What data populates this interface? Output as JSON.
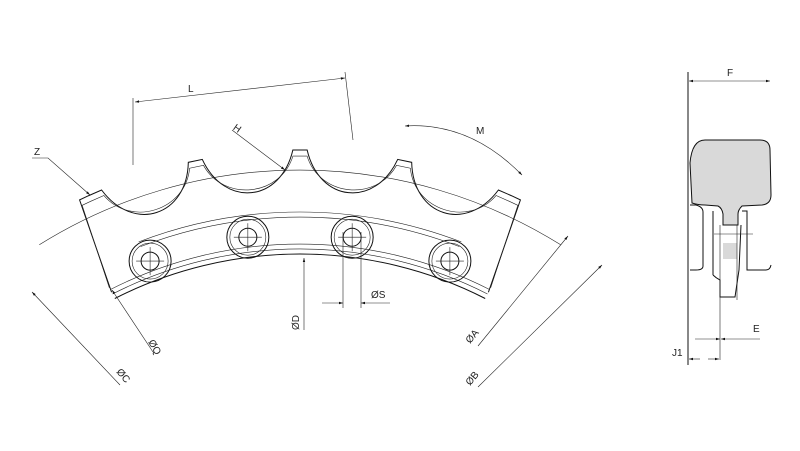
{
  "drawing": {
    "title": "Sprocket segment dimension drawing",
    "front_view_labels": {
      "z": "Z",
      "l": "L",
      "h": "H",
      "m": "M",
      "d": "ØD",
      "s": "ØS",
      "q": "ØQ",
      "c": "ØC",
      "a": "ØA",
      "b": "ØB"
    },
    "side_view_labels": {
      "f": "F",
      "e": "E",
      "j1": "J1"
    },
    "colors": {
      "line": "#111111",
      "section_fill": "#d9d9d9"
    }
  }
}
